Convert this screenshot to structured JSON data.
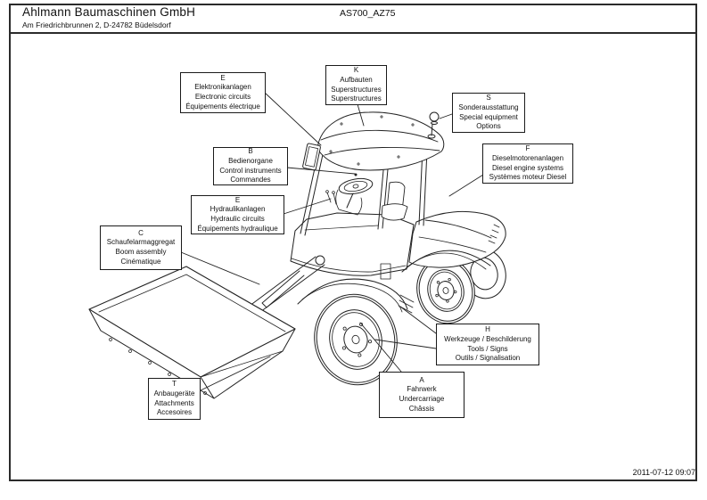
{
  "colors": {
    "ink": "#1a1a1a",
    "paper": "#ffffff"
  },
  "header": {
    "company": "Ahlmann Baumaschinen GmbH",
    "address": "Am Friedrichbrunnen 2, D-24782 Büdelsdorf",
    "model": "AS700_AZ75"
  },
  "footer": {
    "timestamp": "2011-07-12 09:07"
  },
  "diagram": {
    "subject": "wheel-loader exploded-view key",
    "callouts": [
      {
        "letter": "E",
        "de": "Elektronikanlagen",
        "en": "Electronic circuits",
        "fr": "Équipements électrique"
      },
      {
        "letter": "K",
        "de": "Aufbauten",
        "en": "Superstructures",
        "fr": "Superstructures"
      },
      {
        "letter": "S",
        "de": "Sonderausstattung",
        "en": "Special equipment",
        "fr": "Options"
      },
      {
        "letter": "B",
        "de": "Bedienorgane",
        "en": "Control instruments",
        "fr": "Commandes"
      },
      {
        "letter": "F",
        "de": "Dieselmotorenanlagen",
        "en": "Diesel engine systems",
        "fr": "Systèmes moteur Diesel"
      },
      {
        "letter": "E",
        "de": "Hydraulikanlagen",
        "en": "Hydraulic circuits",
        "fr": "Équipements hydraulique"
      },
      {
        "letter": "C",
        "de": "Schaufelarmaggregat",
        "en": "Boom assembly",
        "fr": "Cinématique"
      },
      {
        "letter": "H",
        "de": "Werkzeuge / Beschilderung",
        "en": "Tools / Signs",
        "fr": "Outils / Signalisation"
      },
      {
        "letter": "A",
        "de": "Fahrwerk",
        "en": "Undercarriage",
        "fr": "Châssis"
      },
      {
        "letter": "T",
        "de": "Anbaugeräte",
        "en": "Attachments",
        "fr": "Accesoires"
      }
    ]
  }
}
